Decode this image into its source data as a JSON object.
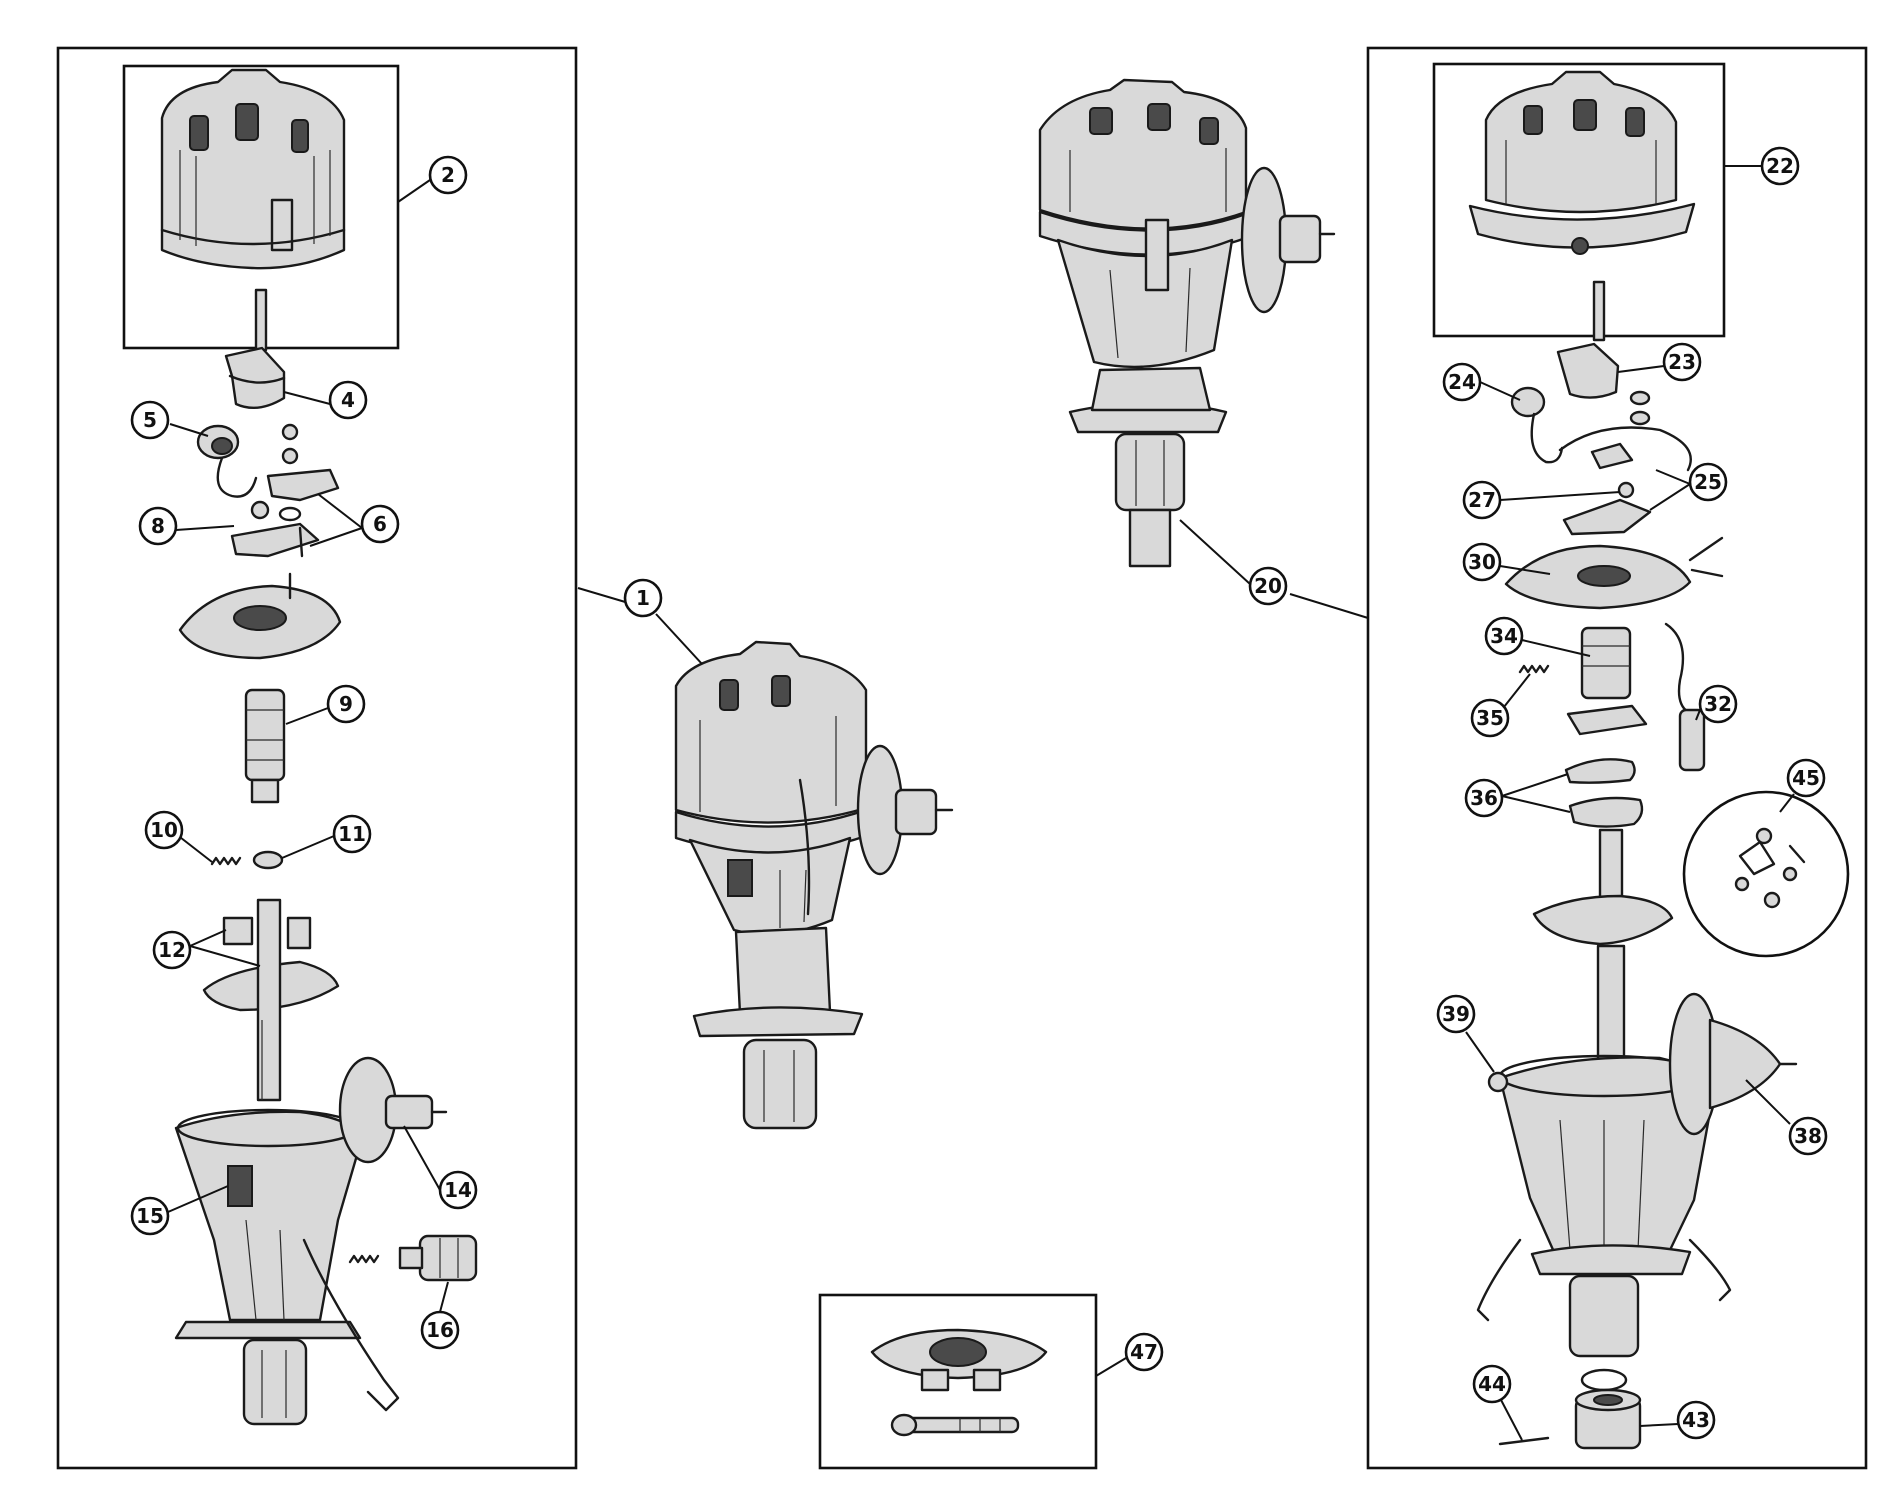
{
  "callouts": [
    {
      "id": "1",
      "label": "1"
    },
    {
      "id": "2",
      "label": "2"
    },
    {
      "id": "4",
      "label": "4"
    },
    {
      "id": "5",
      "label": "5"
    },
    {
      "id": "6",
      "label": "6"
    },
    {
      "id": "8",
      "label": "8"
    },
    {
      "id": "9",
      "label": "9"
    },
    {
      "id": "10",
      "label": "10"
    },
    {
      "id": "11",
      "label": "11"
    },
    {
      "id": "12",
      "label": "12"
    },
    {
      "id": "14",
      "label": "14"
    },
    {
      "id": "15",
      "label": "15"
    },
    {
      "id": "16",
      "label": "16"
    },
    {
      "id": "20",
      "label": "20"
    },
    {
      "id": "22",
      "label": "22"
    },
    {
      "id": "23",
      "label": "23"
    },
    {
      "id": "24",
      "label": "24"
    },
    {
      "id": "25",
      "label": "25"
    },
    {
      "id": "27",
      "label": "27"
    },
    {
      "id": "30",
      "label": "30"
    },
    {
      "id": "32",
      "label": "32"
    },
    {
      "id": "34",
      "label": "34"
    },
    {
      "id": "35",
      "label": "35"
    },
    {
      "id": "36",
      "label": "36"
    },
    {
      "id": "38",
      "label": "38"
    },
    {
      "id": "39",
      "label": "39"
    },
    {
      "id": "43",
      "label": "43"
    },
    {
      "id": "44",
      "label": "44"
    },
    {
      "id": "45",
      "label": "45"
    },
    {
      "id": "47",
      "label": "47"
    }
  ]
}
